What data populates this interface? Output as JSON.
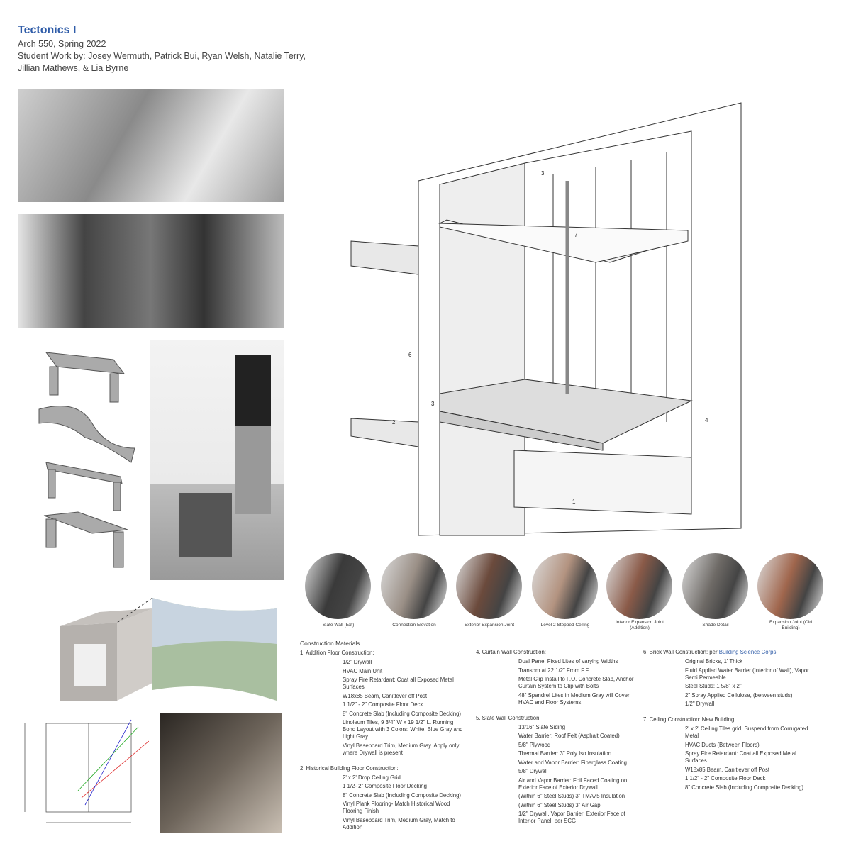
{
  "header": {
    "title": "Tectonics I",
    "course": "Arch 550, Spring 2022",
    "students_line1": "Student Work by: Josey Wermuth, Patrick Bui, Ryan Welsh, Natalie Terry,",
    "students_line2": "Jillian Mathews, & Lia Byrne"
  },
  "diagram": {
    "labels": [
      "1",
      "2",
      "3",
      "3",
      "4",
      "6",
      "7"
    ]
  },
  "details": [
    {
      "caption": "Slate Wall (Ext)",
      "color": "#3a3a3a"
    },
    {
      "caption": "Connection Elevation",
      "color": "#9a8f86"
    },
    {
      "caption": "Exterior Expansion Joint",
      "color": "#6b4a3c"
    },
    {
      "caption": "Level 2 Stepped Ceiling",
      "color": "#b39380"
    },
    {
      "caption": "Interior Expansion Joint (Addition)",
      "color": "#8a5a48"
    },
    {
      "caption": "Shade Detail",
      "color": "#6e6a66"
    },
    {
      "caption": "Expansion Joint (Old Building)",
      "color": "#a0664d"
    }
  ],
  "materials": {
    "title": "Construction Materials",
    "sections": [
      {
        "heading": "1. Addition Floor Construction:",
        "items": [
          "1/2\" Drywall",
          "HVAC Main Unit",
          "Spray Fire Retardant: Coat all Exposed Metal Surfaces",
          "W18x85 Beam, Canitlever off Post",
          "1 1/2\" - 2\" Composite Floor Deck",
          "8\" Concrete Slab (Including Composite Decking)",
          "Linoleum Tiles, 9 3/4\" W x 19 1/2\" L. Running Bond Layout with 3 Colors: White, Blue Gray and Light Gray.",
          "Vinyl Baseboard Trim, Medium Gray. Apply only where Drywall is present"
        ]
      },
      {
        "heading": "2. Historical Building Floor Construction:",
        "items": [
          "2' x 2' Drop Ceiling Grid",
          "1 1/2- 2\" Composite Floor Decking",
          "8\" Concrete Slab (Including Composite Decking)",
          "Vinyl Plank Flooring- Match Historical Wood Flooring Finish",
          "Vinyl Baseboard Trim, Medium Gray, Match to Addition"
        ]
      },
      {
        "heading": "4. Curtain Wall Construction:",
        "items": [
          "Dual Pane, Fixed Lites of varying Widths",
          "Transom at 22 1/2\" From F.F.",
          "Metal Clip Install to F.O. Concrete Slab, Anchor Curtain System to Clip with Bolts",
          "48\" Spandrel Lites in Medium Gray will Cover HVAC and Floor Systems."
        ]
      },
      {
        "heading": "5. Slate Wall Construction:",
        "items": [
          "13/16\" Slate Siding",
          "Water Barrier: Roof Felt (Asphalt Coated)",
          "5/8\" Plywood",
          "Thermal Barrier: 3\" Poly Iso Insulation",
          "Water and Vapor Barrier: Fiberglass Coating",
          "5/8\" Drywall",
          "Air and Vapor Barrier: Foil Faced Coating on Exterior Face of Exterior Drywall",
          "(Within 6\" Steel Studs) 3\" TMA75 Insulation",
          "(Within 6\" Steel Studs) 3\" Air Gap",
          "1/2\" Drywall, Vapor Barrier: Exterior Face of Interior Panel, per SCG"
        ]
      },
      {
        "heading": "6. Brick Wall Construction: per ",
        "link": "Building Science Corps",
        "after": ".",
        "items": [
          "Original Bricks, 1' Thick",
          "Fluid Applied Water Barrier (Interior of Wall), Vapor Semi Permeable",
          "Steel Studs: 1 5/8\" x 2\"",
          "2\" Spray Applied Cellulose, (between studs)",
          "1/2\" Drywall"
        ]
      },
      {
        "heading": "7. Ceiling Construction: New Building",
        "items": [
          "2' x 2' Ceiling Tiles grid, Suspend from Corrugated Metal",
          "HVAC Ducts (Between Floors)",
          "Spray Fire Retardant: Coat all Exposed Metal Surfaces",
          "W18x85 Beam, Canitlever off Post",
          "1 1/2\" - 2\" Composite Floor Deck",
          "8\" Concrete Slab (Including Composite Decking)"
        ]
      }
    ]
  }
}
